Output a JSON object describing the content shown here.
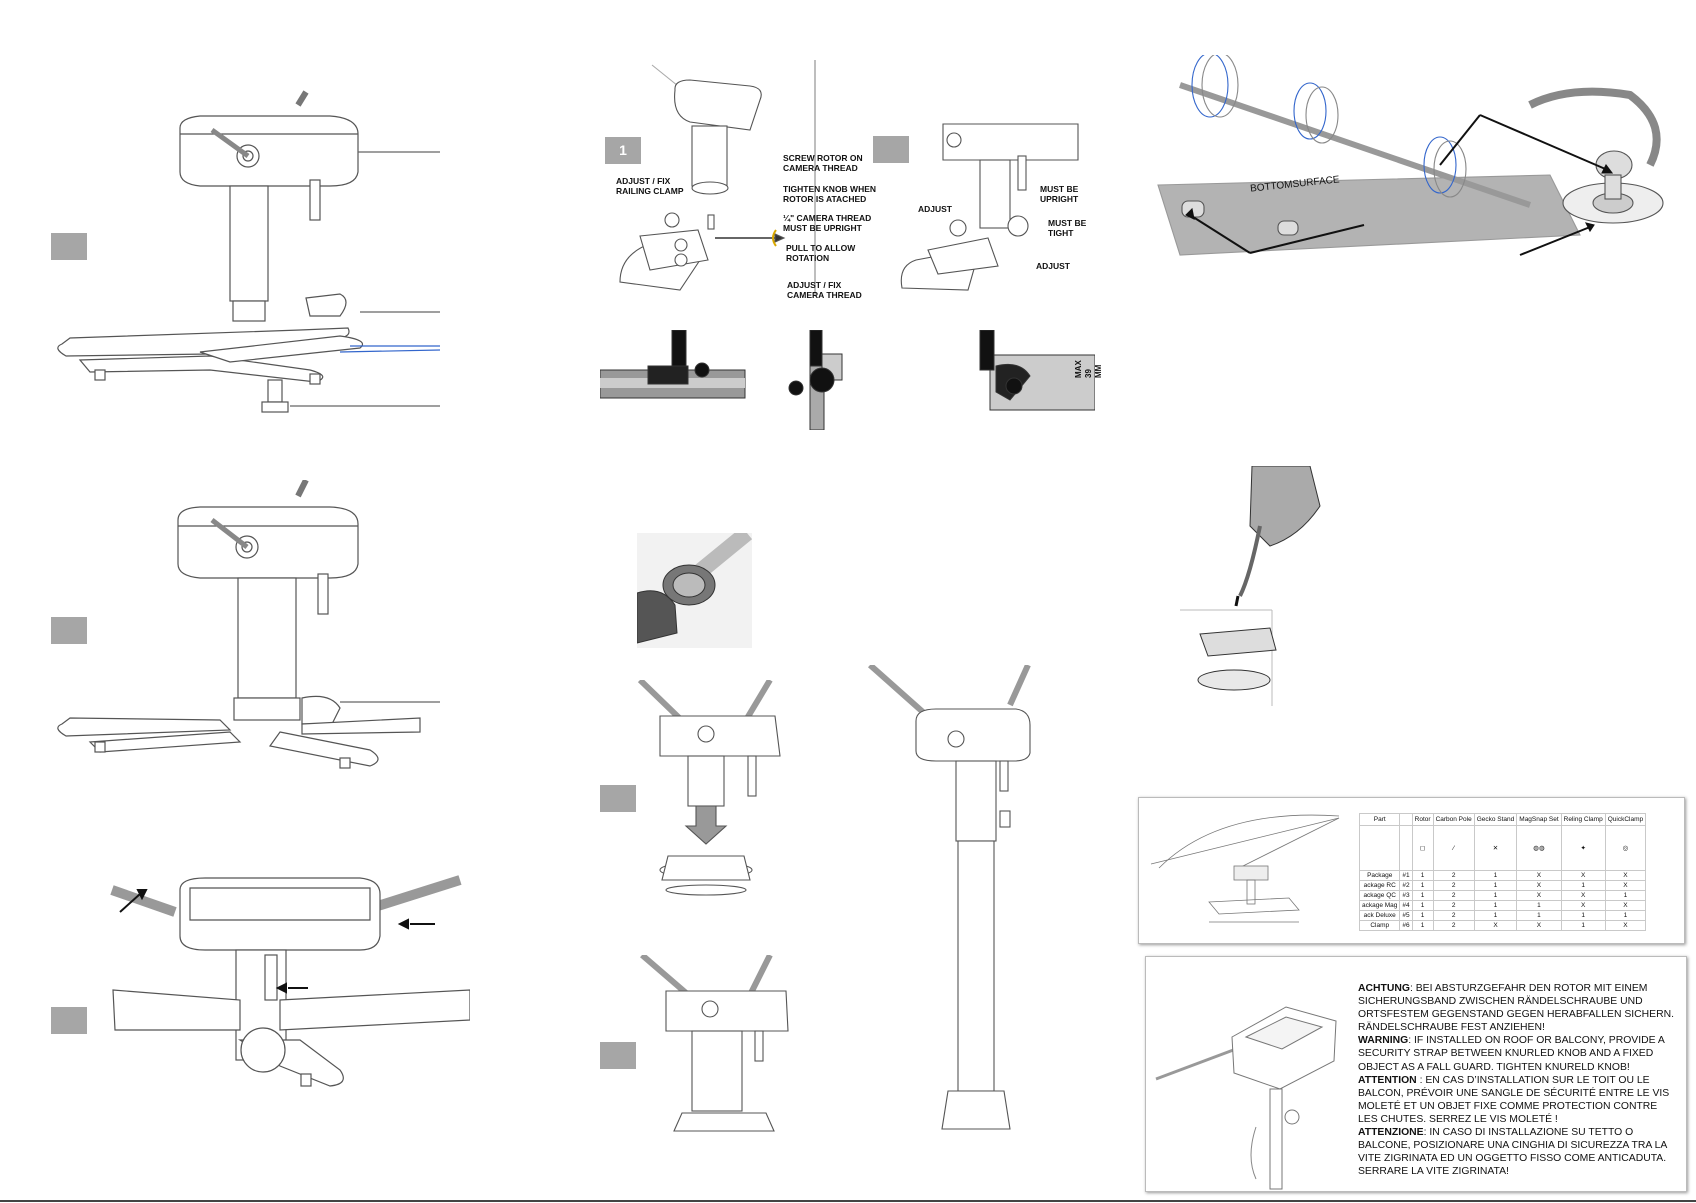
{
  "step1_panel": {
    "badge": "1",
    "labels": {
      "screw_rotor": "SCREW ROTOR ON\nCAMERA THREAD",
      "adjust_railing": "ADJUST / FIX\nRAILING CLAMP",
      "tighten_knob": "TIGHTEN KNOB WHEN\nROTOR IS ATACHED",
      "camera_thread": "¼\" CAMERA THREAD\nMUST BE UPRIGHT",
      "pull_rotation": "PULL TO ALLOW\nROTATION",
      "adjust_camera": "ADJUST / FIX\nCAMERA THREAD"
    }
  },
  "step2_panel": {
    "labels": {
      "adjust": "ADJUST",
      "must_upright": "MUST BE\nUPRIGHT",
      "must_tight": "MUST BE\nTIGHT",
      "adjust2": "ADJUST"
    }
  },
  "clamp_photo": {
    "max_label": "Max 39 mm"
  },
  "bottom_surface": {
    "label": "BOTTOMSURFACE"
  },
  "parts_table": {
    "header": [
      "Part",
      "",
      "Rotor",
      "Carbon Pole",
      "Gecko Stand",
      "MagSnap Set",
      "Reling Clamp",
      "QuickClamp"
    ],
    "rows": [
      [
        "Package",
        "#1",
        "1",
        "2",
        "1",
        "X",
        "X",
        "X"
      ],
      [
        "ackage RC",
        "#2",
        "1",
        "2",
        "1",
        "X",
        "1",
        "X"
      ],
      [
        "ackage QC",
        "#3",
        "1",
        "2",
        "1",
        "X",
        "X",
        "1"
      ],
      [
        "ackage Mag",
        "#4",
        "1",
        "2",
        "1",
        "1",
        "X",
        "X"
      ],
      [
        "ack Deluxe",
        "#5",
        "1",
        "2",
        "1",
        "1",
        "1",
        "1"
      ],
      [
        "Clamp",
        "#6",
        "1",
        "2",
        "X",
        "X",
        "1",
        "X"
      ]
    ]
  },
  "warning": {
    "de": {
      "title": "ACHTUNG",
      "text": ": BEI ABSTURZGEFAHR DEN ROTOR MIT EINEM SICHERUNGSBAND ZWISCHEN RÄNDELSCHRAUBE UND ORTSFESTEM GEGENSTAND GEGEN HERABFALLEN SICHERN. RÄNDELSCHRAUBE FEST ANZIEHEN!"
    },
    "en": {
      "title": "WARNING",
      "text": ": IF INSTALLED ON ROOF OR BALCONY, PROVIDE A SECURITY STRAP BETWEEN KNURLED KNOB AND A FIXED OBJECT AS A FALL GUARD. TIGHTEN KNURELD KNOB!"
    },
    "fr": {
      "title": "ATTENTION",
      "text": " : EN CAS D’INSTALLATION SUR LE TOIT OU LE BALCON, PRÉVOIR UNE SANGLE DE SÉCURITÉ ENTRE LE VIS MOLETÉ ET UN OBJET FIXE COMME PROTECTION CONTRE LES CHUTES. SERREZ LE VIS MOLETÉ !"
    },
    "it": {
      "title": "ATTENZIONE",
      "text": ": IN CASO DI INSTALLAZIONE SU TETTO O BALCONE, POSIZIONARE UNA CINGHIA DI SICUREZZA TRA LA VITE ZIGRINATA ED UN OGGETTO FISSO COME ANTICADUTA. SERRARE LA VITE ZIGRINATA!"
    }
  },
  "colors": {
    "line": "#444444",
    "badge": "#a6a6a6",
    "surface": "#b3b3b3"
  }
}
